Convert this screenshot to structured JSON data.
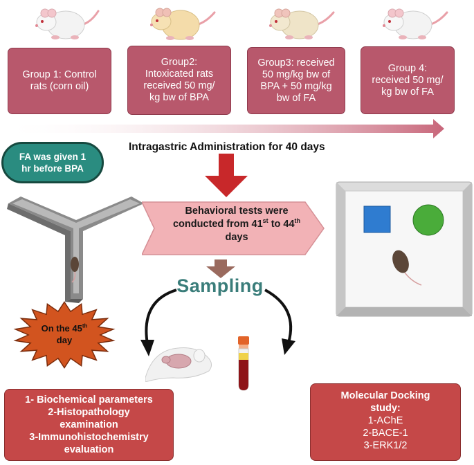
{
  "groups": [
    {
      "id": "g1",
      "lines": [
        "Group 1: Control",
        "rats (corn oil)"
      ]
    },
    {
      "id": "g2",
      "lines": [
        "Group2:",
        "Intoxicated rats",
        "received 50 mg/",
        "kg bw of BPA"
      ]
    },
    {
      "id": "g3",
      "lines": [
        "Group3: received",
        "50 mg/kg bw of",
        "BPA + 50 mg/kg",
        "bw of FA"
      ]
    },
    {
      "id": "g4",
      "lines": [
        "Group 4:",
        "received 50 mg/",
        "kg bw of FA"
      ]
    }
  ],
  "administration": "Intragastric Administration for 40 days",
  "fa_note": {
    "line1": "FA was given 1",
    "line2": "hr before BPA"
  },
  "behavioral": {
    "line1": "Behavioral tests were",
    "line2_pre": "conducted from 41",
    "line2_sup1": "st",
    "line2_mid": " to 44",
    "line2_sup2": "th",
    "line3": "days"
  },
  "sampling": "Sampling",
  "sampling_day": {
    "line1": "On the 45",
    "sup": "th",
    "line2": "day"
  },
  "analyses": {
    "lines": [
      "1- Biochemical parameters",
      "2-Histopathology",
      "examination",
      "3-Immunohistochemistry",
      "evaluation"
    ]
  },
  "docking": {
    "lines": [
      "Molecular Docking",
      "study:",
      "1-AChE",
      "2-BACE-1",
      "3-ERK1/2"
    ]
  },
  "colors": {
    "group_box": "#b8586c",
    "arrow_gradient_end": "#c8667a",
    "fa_pill": "#2a8c80",
    "down_arrow": "#c8282a",
    "behavioral_banner": "#f2b2b6",
    "small_arrow": "#9a6a5e",
    "sampling_text": "#3a7d7a",
    "star": "#d2541f",
    "bottom_box": "#c54848",
    "blue_square": "#2f7cd0",
    "green_circle": "#4aac3a"
  }
}
